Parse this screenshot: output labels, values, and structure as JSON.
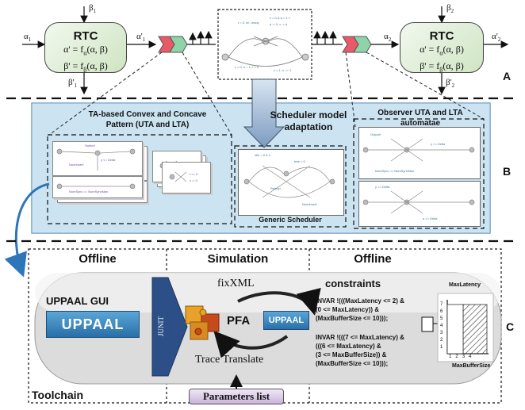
{
  "top": {
    "rtc_left": {
      "title": "RTC",
      "f1": "α' = f",
      "f1_sub": "α",
      "f1_rest": "(α, β)",
      "f2": "β' = f",
      "f2_sub": "β",
      "f2_rest": "(α, β)"
    },
    "rtc_right": {
      "title": "RTC",
      "f1": "α' = f",
      "f1_sub": "α",
      "f1_rest": "(α, β)",
      "f2": "β' = f",
      "f2_sub": "β",
      "f2_rest": "(α, β)"
    },
    "beta1": "β",
    "beta1_sub": "1",
    "beta2": "β",
    "beta2_sub": "2",
    "alpha1": "α",
    "alpha1_sub": "1",
    "alpha1p": "α'",
    "alpha1p_sub": "1",
    "alpha2": "α",
    "alpha2_sub": "2",
    "alpha2p": "α'",
    "alpha2p_sub": "2",
    "beta1p": "β'",
    "beta1p_sub": "1",
    "beta2p": "β'",
    "beta2p_sub": "2",
    "section": "A"
  },
  "middle": {
    "left_title": "TA-based Convex and Concave\nPattern (UTA and LTA)",
    "center_title": "Scheduler model\nadaptation",
    "right_title": "Observer UTA and LTA\nautomatae",
    "generic_scheduler": "Generic Scheduler",
    "section": "B"
  },
  "bottom": {
    "offline_left": "Offline",
    "simulation": "Simulation",
    "offline_right": "Offline",
    "uppaal_gui": "UPPAAL GUI",
    "uppaal_logo": "UPPAAL",
    "junit": "JUNIT",
    "fixxml": "fixXML",
    "pfa": "PFA",
    "trace_translate": "Trace Translate",
    "parameters_list": "Parameters list",
    "constraints": "constraints",
    "invar1": "INVAR !(((MaxLatency <= 2) &\n(0 <= MaxLatency)) &\n(MaxBufferSize <= 10)));",
    "invar2": "INVAR !(((7 <= MaxLatency) &\n(((6 <= MaxLatency) &\n(3 <= MaxBufferSize)) &\n(MaxBufferSize <= 10)));",
    "chart_ylabel": "MaxLatency",
    "chart_xlabel": "MaxBufferSize",
    "chart_yticks": [
      "7",
      "6",
      "5",
      "4",
      "3",
      "2",
      "1"
    ],
    "chart_xticks": [
      "1",
      "2",
      "3",
      "4"
    ],
    "toolchain": "Toolchain",
    "section": "C"
  }
}
